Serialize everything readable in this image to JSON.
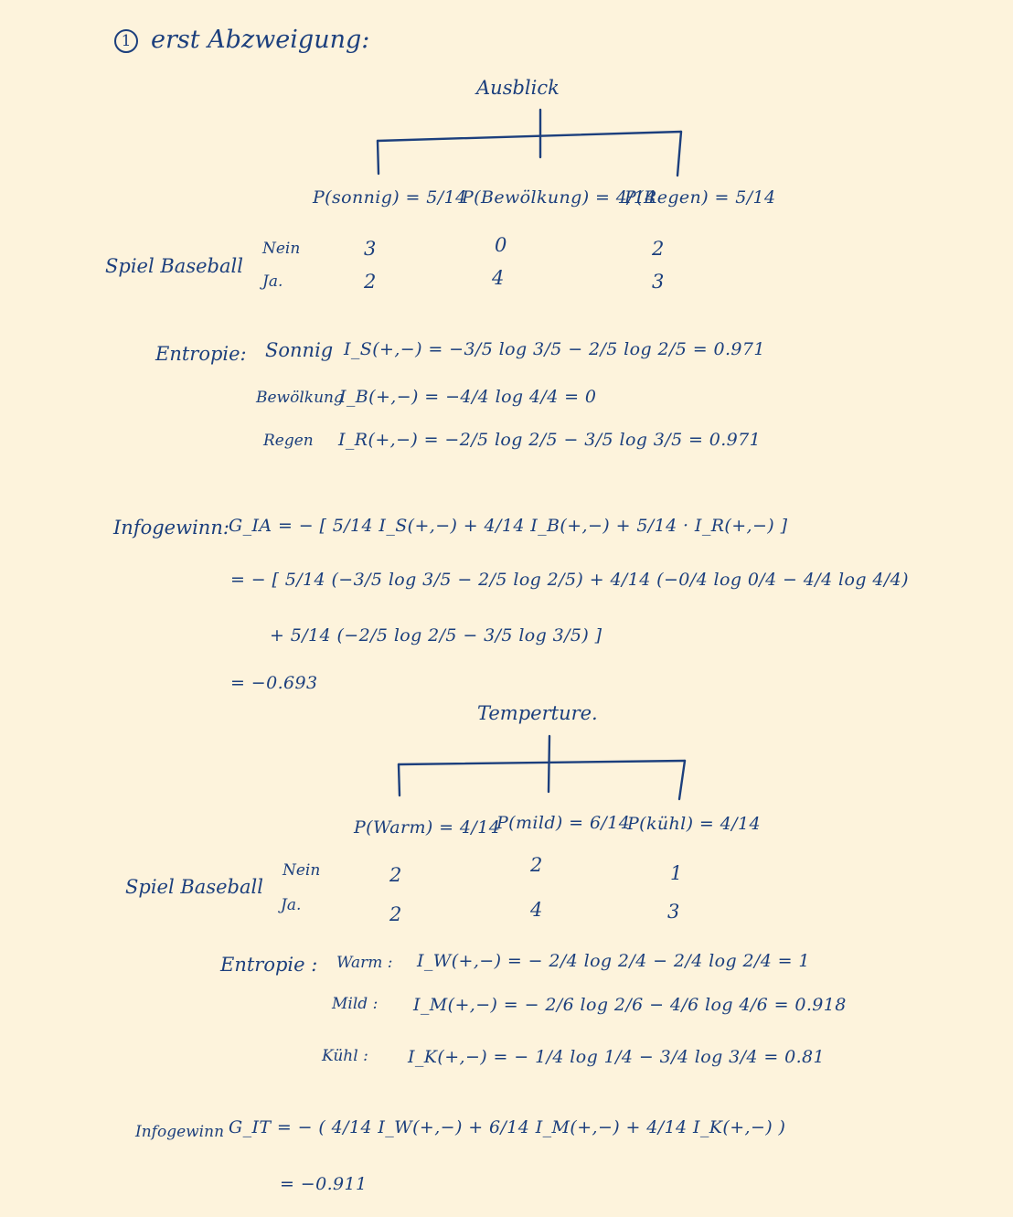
{
  "heading": {
    "number": "1",
    "text": "erst Abzweigung:"
  },
  "outlook": {
    "title": "Ausblick",
    "probs": [
      "P(sonnig) = 5/14",
      "P(Bewölkung) = 4/14",
      "P(Regen) = 5/14"
    ],
    "row_group": "Spiel Baseball",
    "row_labels": [
      "Nein",
      "Ja."
    ],
    "counts": [
      [
        "3",
        "0",
        "2"
      ],
      [
        "2",
        "4",
        "3"
      ]
    ],
    "entropy_label": "Entropie:",
    "entropy": [
      {
        "name": "Sonnig",
        "expr": "I_S(+,−) = −3/5 log 3/5 − 2/5 log 2/5 = 0.971"
      },
      {
        "name": "Bewölkung",
        "expr": "I_B(+,−) = −4/4 log 4/4 = 0"
      },
      {
        "name": "Regen",
        "expr": "I_R(+,−) = −2/5 log 2/5 − 3/5 log 3/5 = 0.971"
      }
    ],
    "gain_label": "Infogewinn:",
    "gain_lines": [
      "G_IA = − [ 5/14 I_S(+,−) + 4/14 I_B(+,−) + 5/14 · I_R(+,−) ]",
      "= − [ 5/14 (−3/5 log 3/5 − 2/5 log 2/5) + 4/14 (−0/4 log 0/4 − 4/4 log 4/4)",
      "+ 5/14 (−2/5 log 2/5 − 3/5 log 3/5) ]",
      "= −0.693"
    ]
  },
  "temperature": {
    "title": "Temperture.",
    "probs": [
      "P(Warm) = 4/14",
      "P(mild) = 6/14",
      "P(kühl) = 4/14"
    ],
    "row_group": "Spiel Baseball",
    "row_labels": [
      "Nein",
      "Ja."
    ],
    "counts": [
      [
        "2",
        "2",
        "1"
      ],
      [
        "2",
        "4",
        "3"
      ]
    ],
    "entropy_label": "Entropie :",
    "entropy": [
      {
        "name": "Warm :",
        "expr": "I_W(+,−) = − 2/4 log 2/4 − 2/4 log 2/4 = 1"
      },
      {
        "name": "Mild :",
        "expr": "I_M(+,−) = − 2/6 log 2/6 − 4/6 log 4/6 = 0.918"
      },
      {
        "name": "Kühl :",
        "expr": "I_K(+,−) = − 1/4 log 1/4 − 3/4 log 3/4 = 0.81"
      }
    ],
    "gain_label": "Infogewinn",
    "gain_lines": [
      "G_IT = − ( 4/14 I_W(+,−) + 6/14 I_M(+,−) + 4/14 I_K(+,−) )",
      "= −0.911"
    ]
  },
  "colors": {
    "ink": "#1c3f7d",
    "paper": "#fdf3dc"
  }
}
